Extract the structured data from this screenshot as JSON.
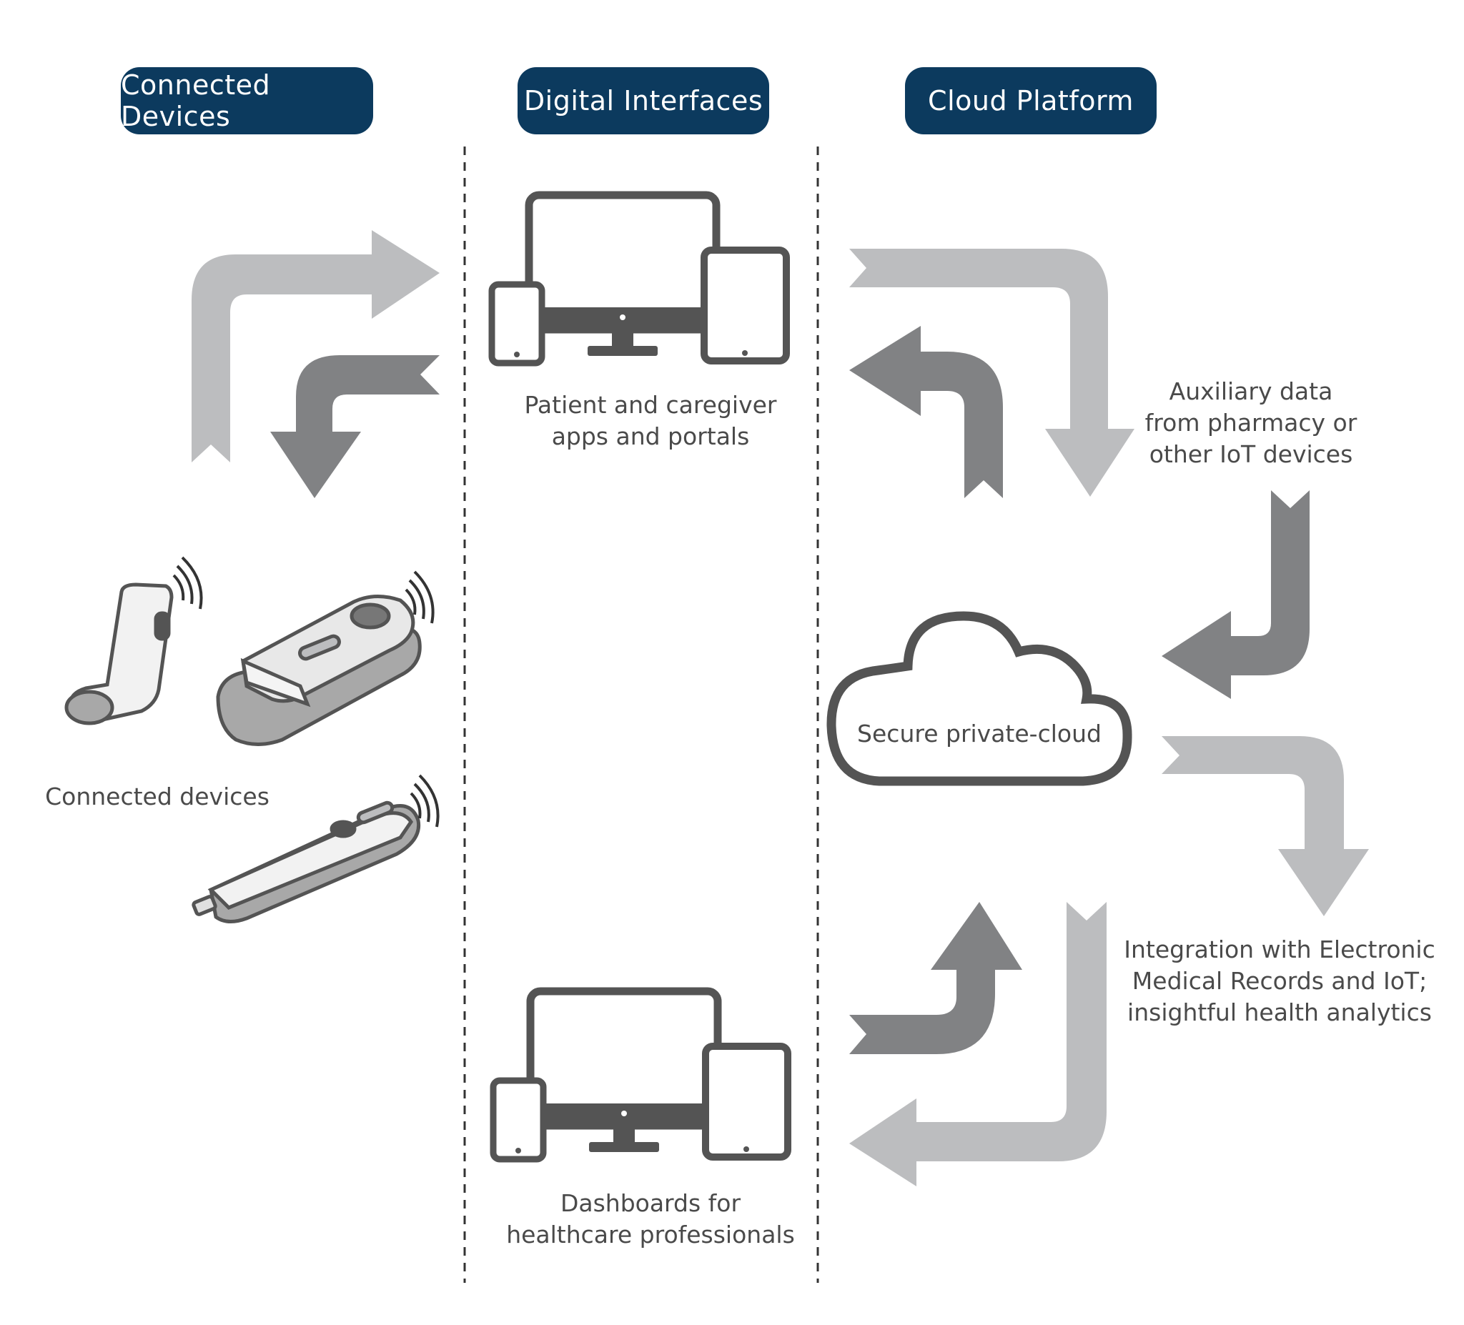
{
  "headers": {
    "connected_devices": "Connected Devices",
    "digital_interfaces": "Digital Interfaces",
    "cloud_platform": "Cloud Platform"
  },
  "labels": {
    "patient_apps": [
      "Patient and caregiver",
      "apps and portals"
    ],
    "connected_devices": "Connected devices",
    "auxiliary_data": [
      "Auxiliary data",
      "from pharmacy or",
      "other IoT devices"
    ],
    "secure_cloud": "Secure private-cloud",
    "integration": [
      "Integration with Electronic",
      "Medical Records and IoT;",
      "insightful health analytics"
    ],
    "dashboards": [
      "Dashboards for",
      "healthcare professionals"
    ]
  },
  "colors": {
    "header_bg": "#0c3a5e",
    "header_text": "#ffffff",
    "arrow_light": "#bcbdbf",
    "arrow_dark": "#818284",
    "icon_dark": "#545454",
    "text": "#4a4a4a"
  },
  "icons": {
    "devices_top": "device-set-icon",
    "devices_bottom": "device-set-icon",
    "cloud": "cloud-icon",
    "inhaler": "inhaler-icon",
    "sensor": "inhaler-sensor-icon",
    "pen": "injector-pen-icon"
  }
}
